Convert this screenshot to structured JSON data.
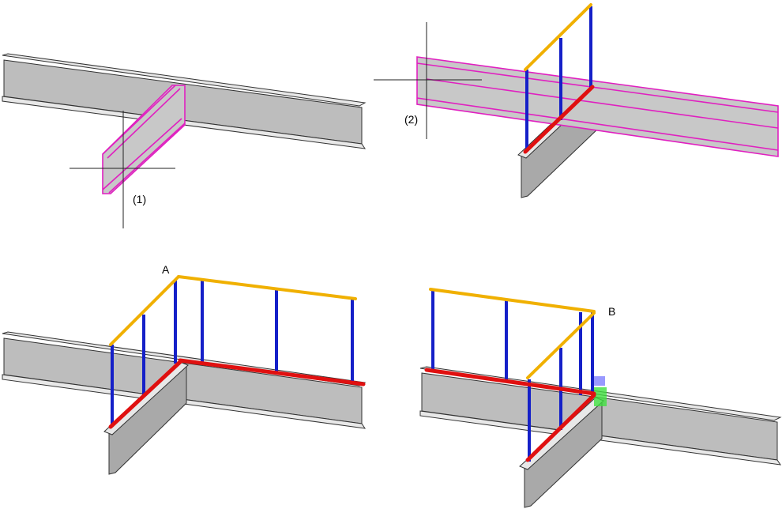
{
  "labels": {
    "step1": "(1)",
    "step2": "(2)",
    "point_a": "A",
    "point_b": "B"
  },
  "colors": {
    "selection": "#e020c0",
    "top_rail": "#f0b000",
    "posts": "#1520c8",
    "bottom_rail": "#e01010",
    "beam": "#bdbdbd"
  }
}
